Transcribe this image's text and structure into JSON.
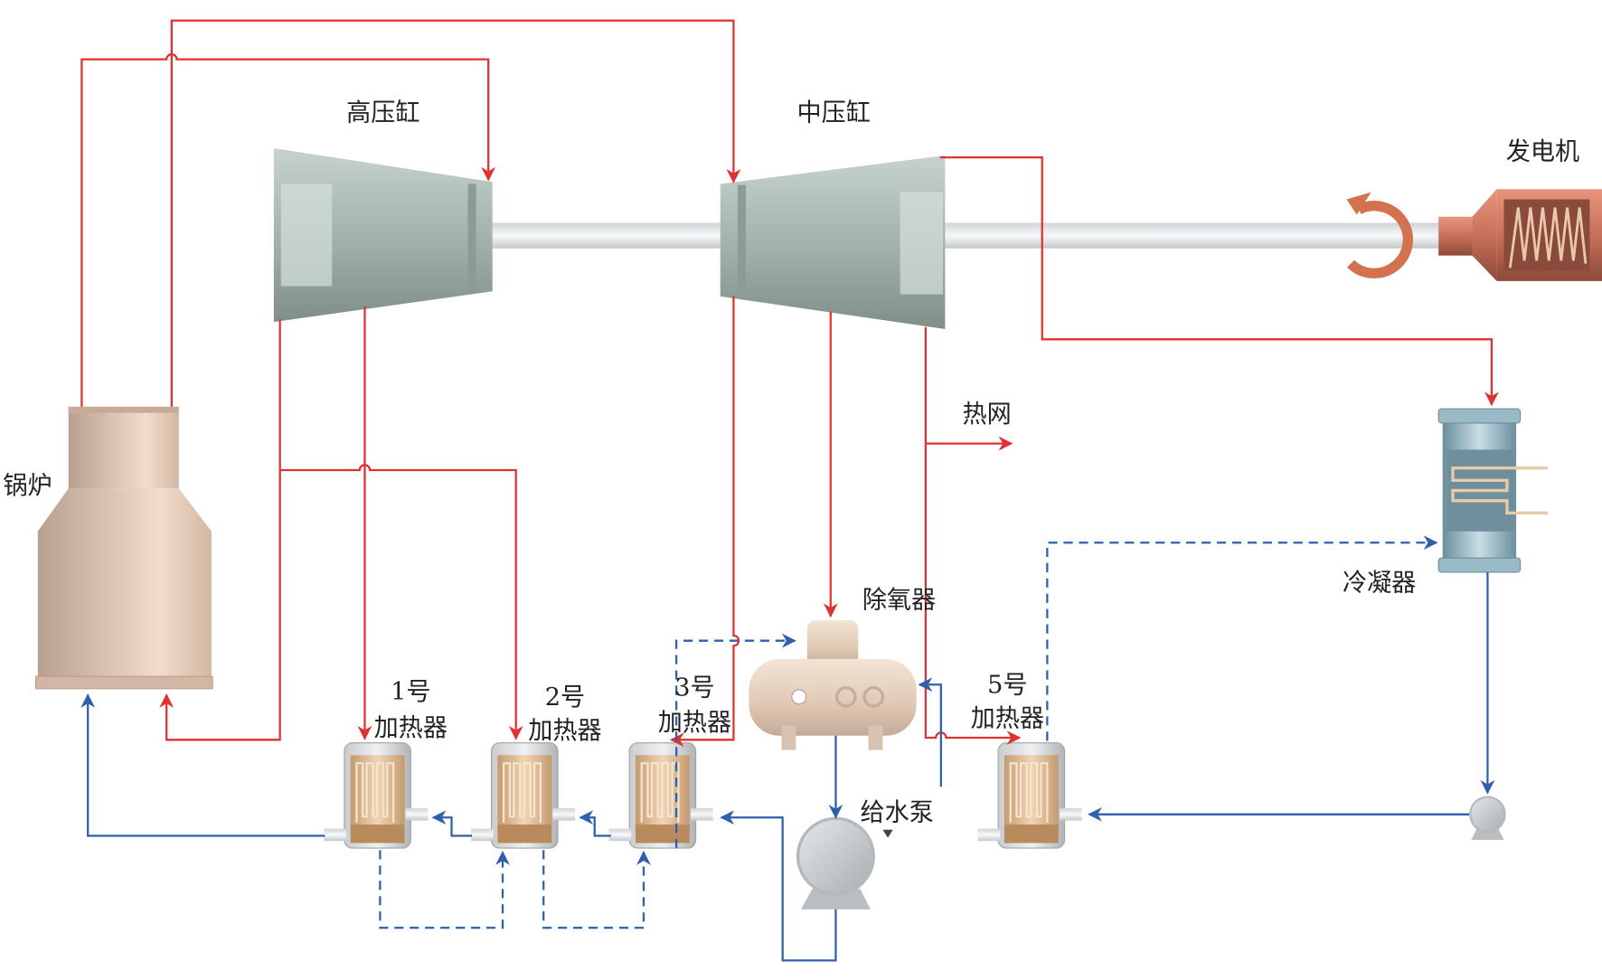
{
  "labels": {
    "hp_cylinder": "高压缸",
    "ip_cylinder": "中压缸",
    "generator": "发电机",
    "boiler": "锅炉",
    "heat_network": "热网",
    "deaerator": "除氧器",
    "condenser": "冷凝器",
    "feed_pump": "给水泵",
    "heater1_num": "1号",
    "heater2_num": "2号",
    "heater3_num": "3号",
    "heater5_num": "5号",
    "heater_word": "加热器"
  },
  "colors": {
    "steam_line": "#e03131",
    "water_line": "#2f5fae",
    "boiler": "#d9c0ad",
    "turbine": "#a9b9b3",
    "generator": "#c8705a",
    "rotation_arrow": "#d4714f",
    "condenser": "#7fa3b3"
  }
}
